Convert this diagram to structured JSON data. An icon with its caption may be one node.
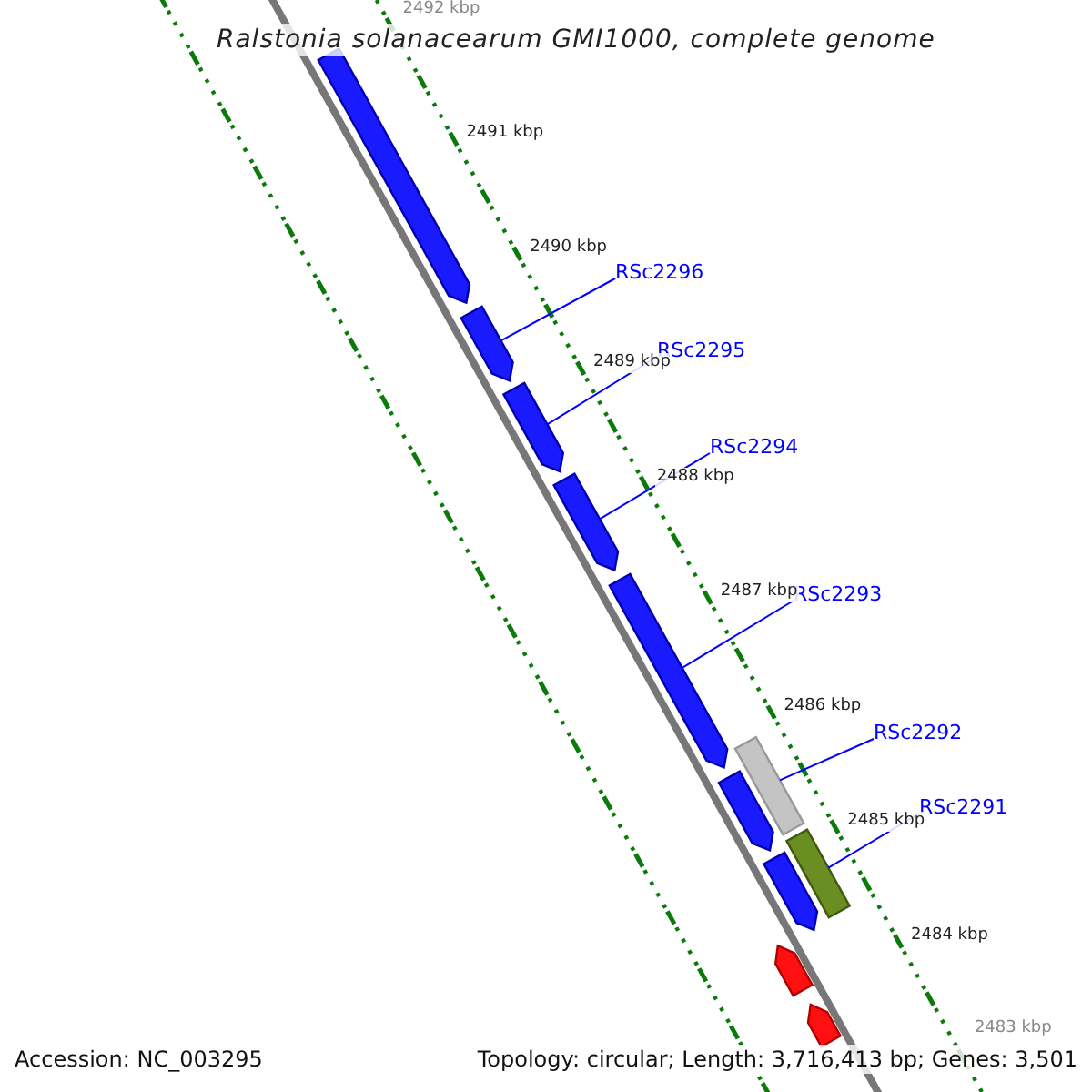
{
  "diagram": {
    "title": "Ralstonia solanacearum GMI1000, complete genome",
    "nodes": [
      {
        "text": [
          "RSc2296"
        ]
      },
      {
        "text": [
          "RSc2295"
        ]
      },
      {
        "text": [
          "RSc2294"
        ]
      },
      {
        "text": [
          "RSc2293"
        ]
      },
      {
        "text": [
          "RSc2292"
        ]
      },
      {
        "text": [
          "RSc2291"
        ]
      },
      {
        "text": [],
        "shape": "arrow"
      },
      {
        "text": [],
        "shape": "arrow"
      },
      {
        "text": [],
        "shape": "arrow"
      },
      {
        "text": [],
        "shape": "arrow"
      },
      {
        "text": [],
        "shape": "arrow"
      },
      {
        "text": [],
        "shape": "box"
      },
      {
        "text": [],
        "shape": "arrow"
      },
      {
        "text": [],
        "shape": "box"
      },
      {
        "text": [],
        "shape": "arrow"
      },
      {
        "text": [],
        "shape": "arrow"
      },
      {
        "text": [],
        "shape": "arrow"
      }
    ],
    "edges": [
      {
        "from": 0,
        "to": 7,
        "arrow": "none"
      },
      {
        "from": 1,
        "to": 8,
        "arrow": "none"
      },
      {
        "from": 2,
        "to": 9,
        "arrow": "none"
      },
      {
        "from": 3,
        "to": 10,
        "arrow": "none"
      },
      {
        "from": 4,
        "to": 11,
        "arrow": "none"
      },
      {
        "from": 5,
        "to": 13,
        "arrow": "none"
      }
    ],
    "labels": [
      "2492 kbp",
      "2491 kbp",
      "2490 kbp",
      "2489 kbp",
      "2488 kbp",
      "2487 kbp",
      "2486 kbp",
      "2485 kbp",
      "2484 kbp",
      "2483 kbp",
      "Accession: NC_003295",
      "Topology: circular; Length: 3,716,413 bp; Genes: 3,501"
    ]
  }
}
